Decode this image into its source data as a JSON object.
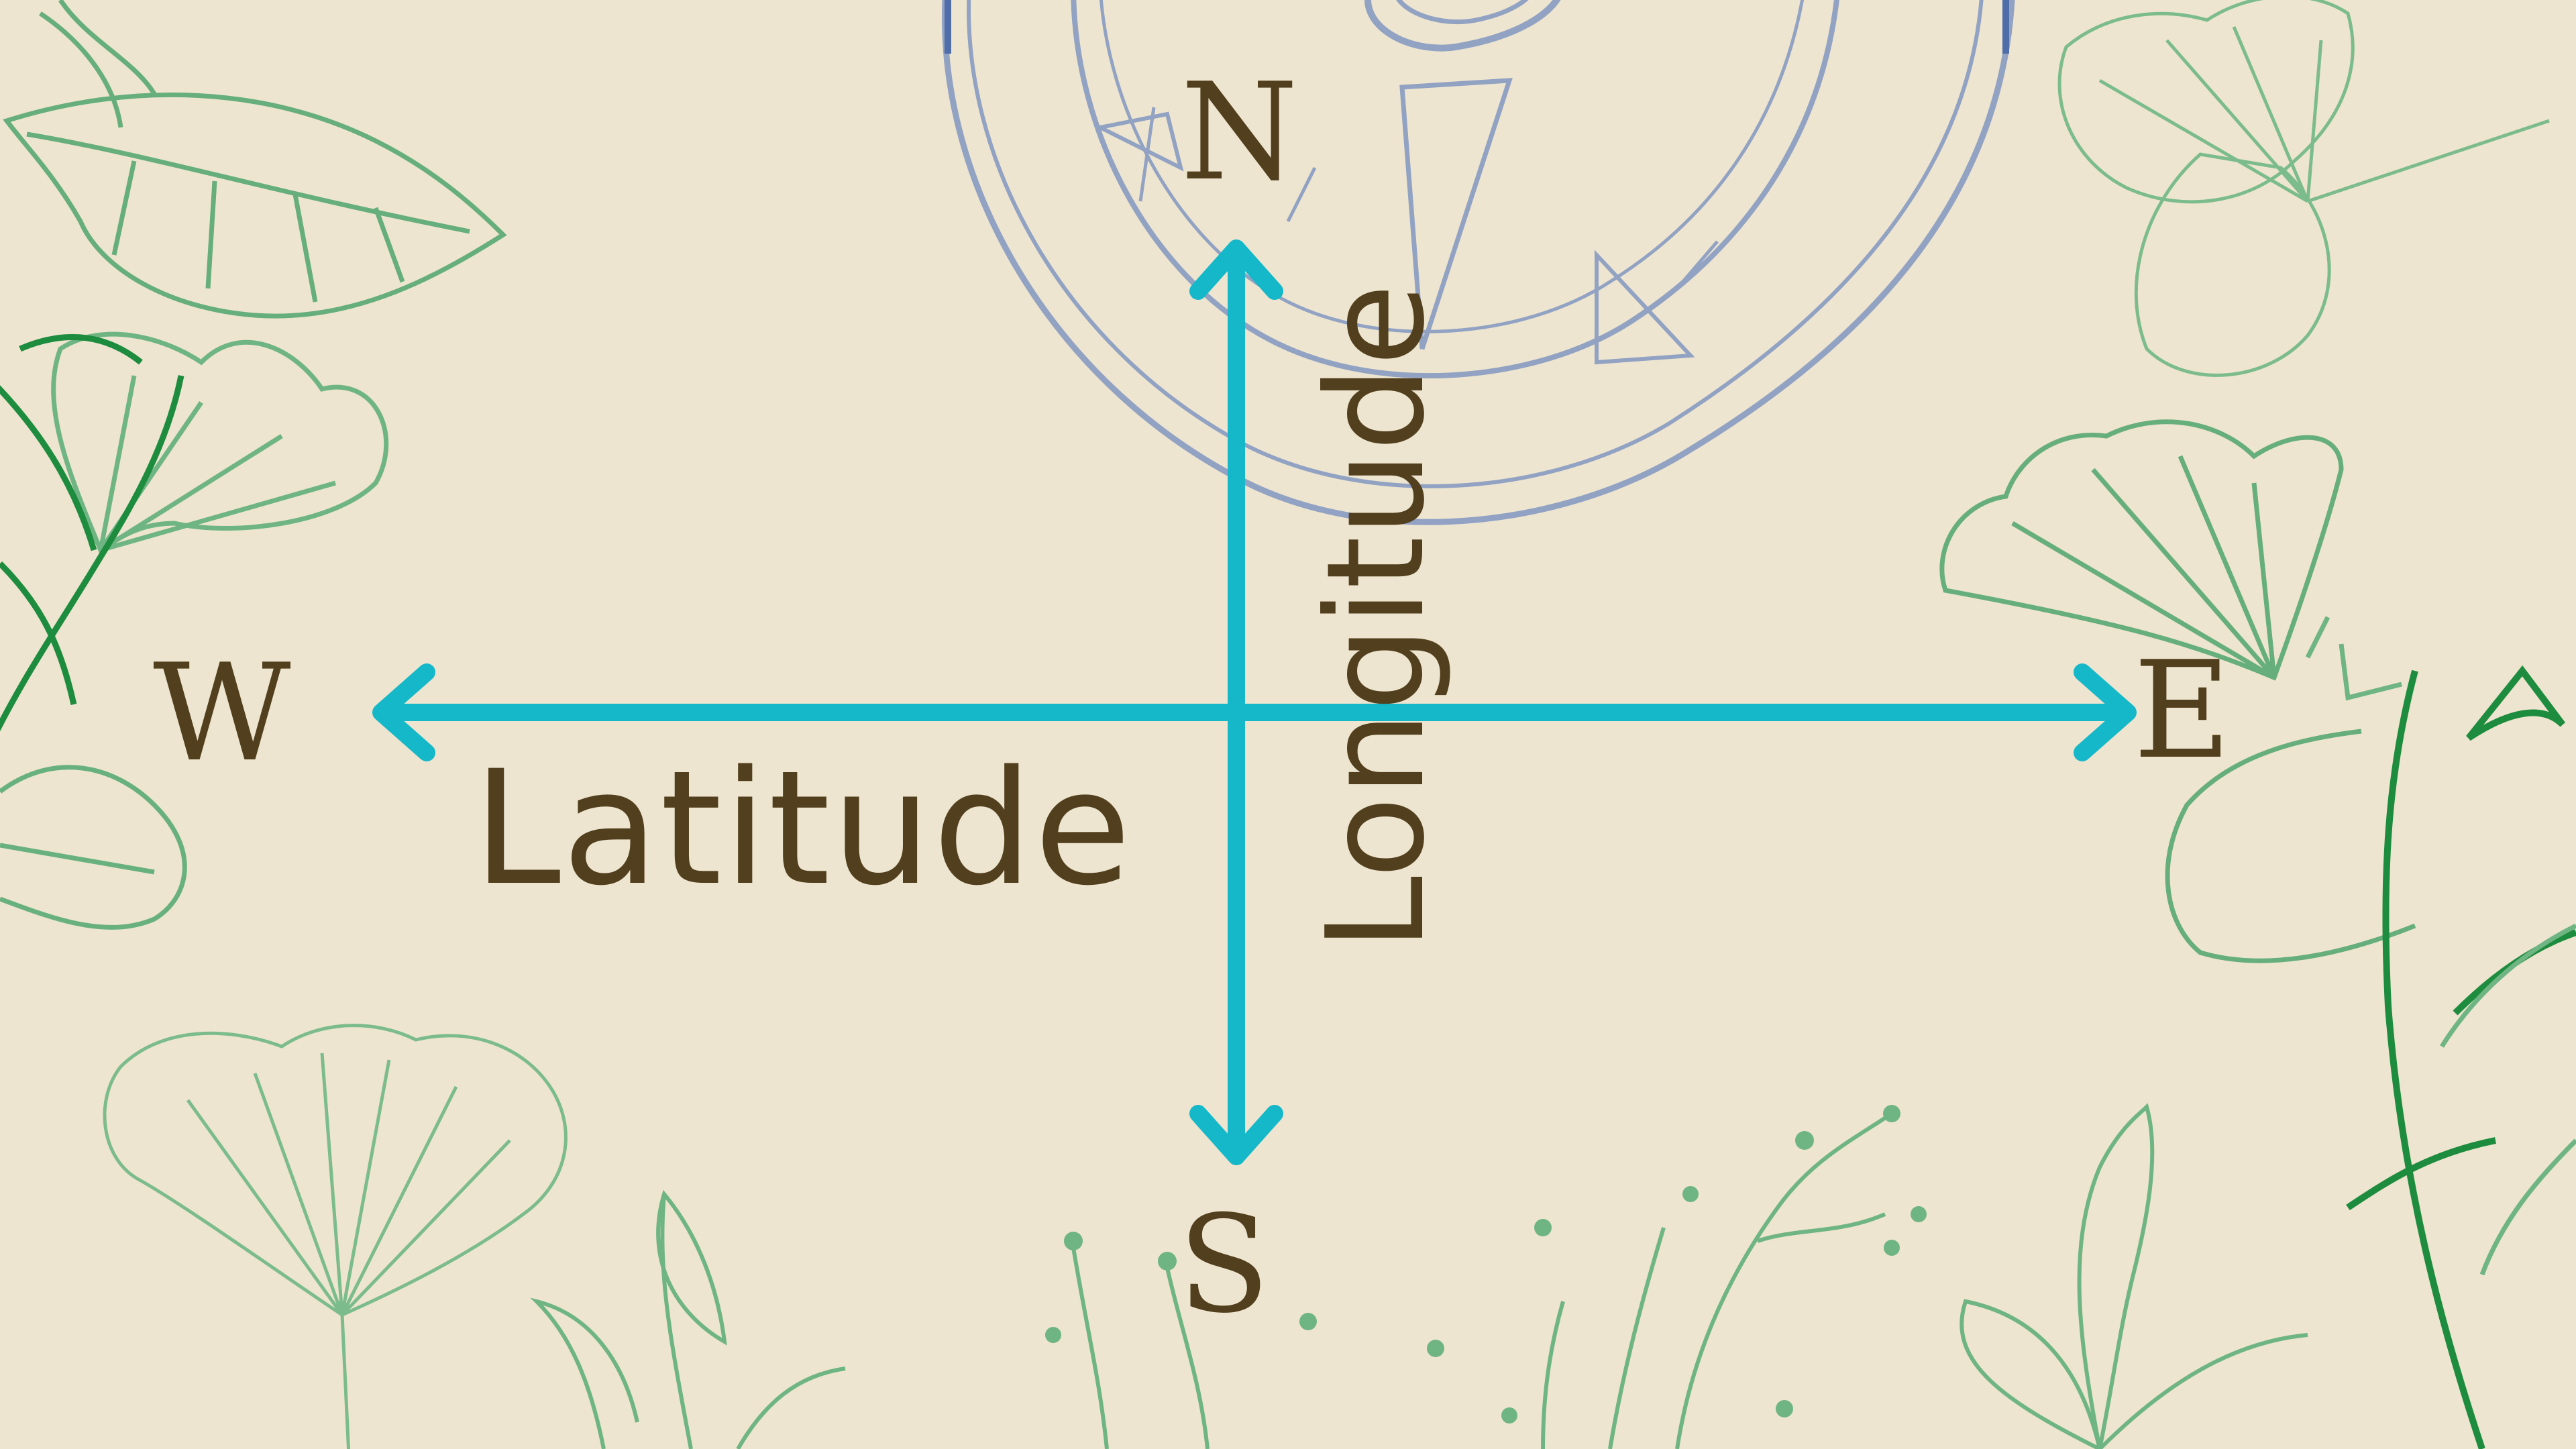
{
  "diagram": {
    "directions": {
      "north": "N",
      "south": "S",
      "west": "W",
      "east": "E"
    },
    "axis_labels": {
      "horizontal": "Latitude",
      "vertical": "Longitude"
    }
  },
  "colors": {
    "background": "#EDE5CF",
    "arrow": "#15B8C9",
    "text": "#523F1E",
    "compass_sketch": "#7E92BE",
    "foliage_light": "#6FB583",
    "foliage_dark": "#1E8C3E"
  },
  "icons": {
    "compass_sketch": "compass-sketch-icon",
    "arrows": "double-headed-arrow-icon",
    "decor": "botanical-leaf-icon"
  }
}
